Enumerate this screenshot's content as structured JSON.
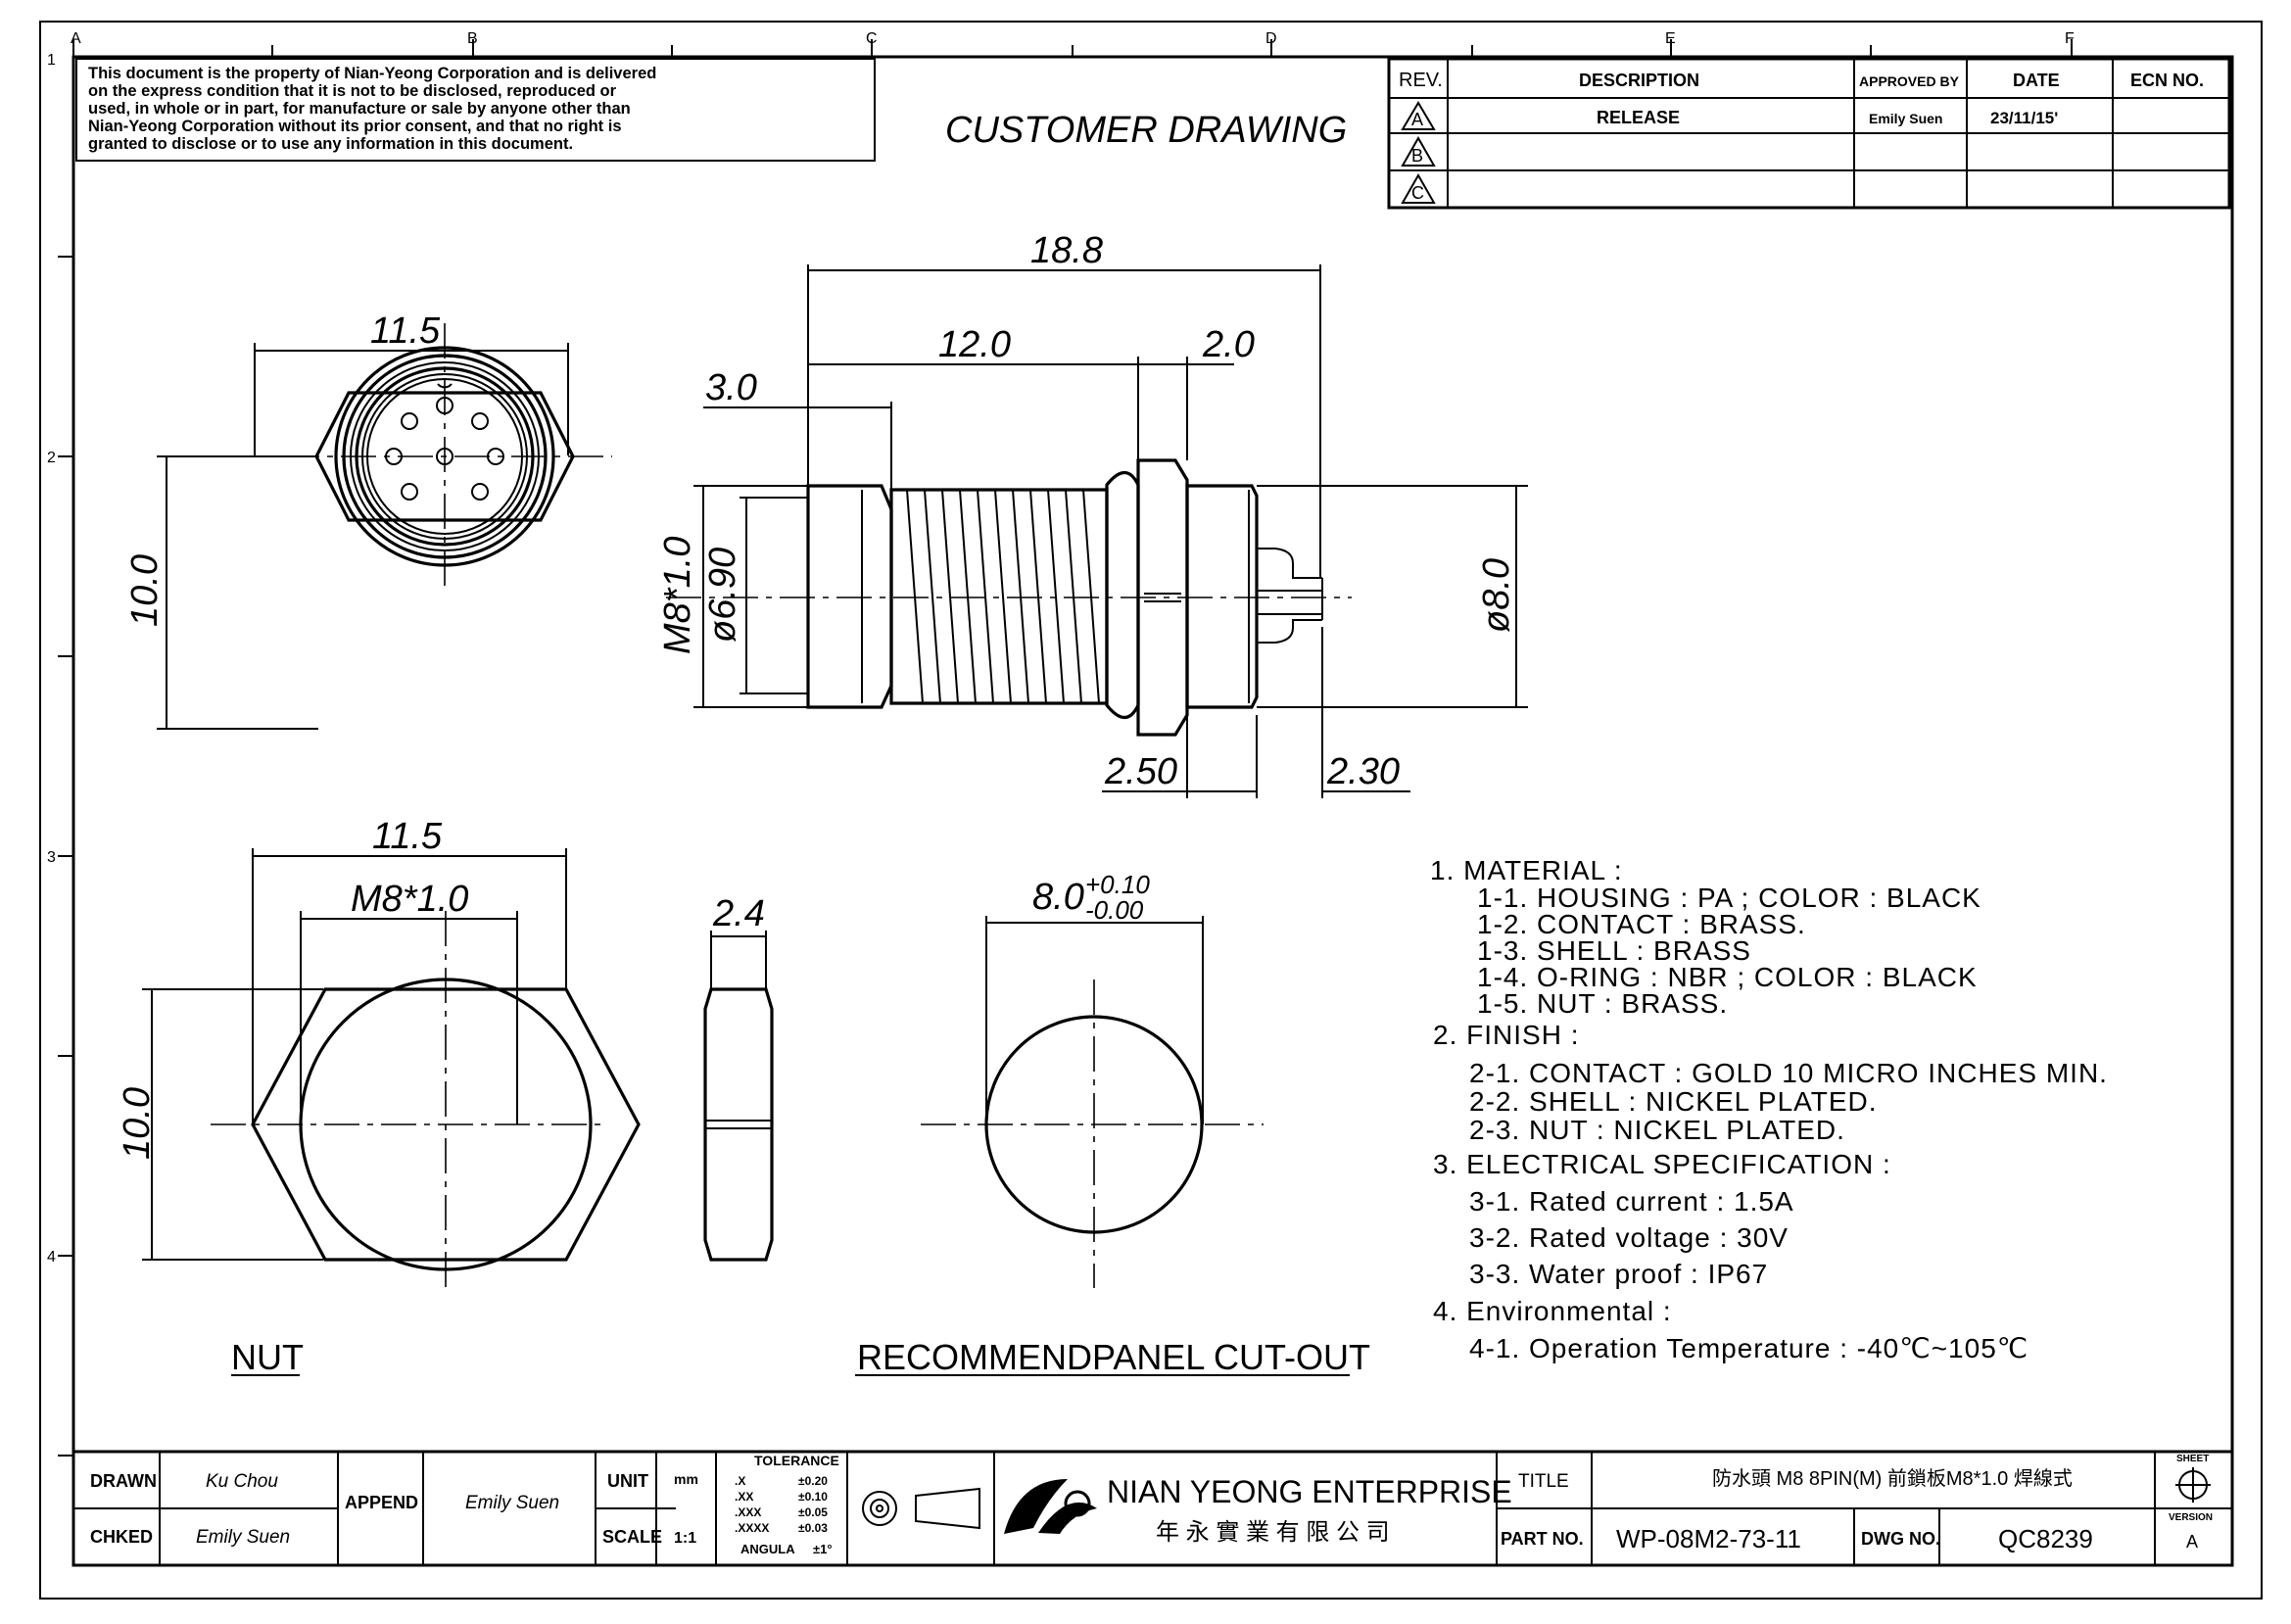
{
  "grid": {
    "columns": [
      "A",
      "B",
      "C",
      "D",
      "E",
      "F"
    ],
    "rows": [
      "1",
      "2",
      "3",
      "4"
    ]
  },
  "disclaimer": [
    "This document is the property of Nian-Yeong Corporation and is delivered",
    "on  the  express condition that it is not to be disclosed, reproduced or",
    "used, in whole or in part, for manufacture or sale by anyone other than",
    "Nian-Yeong Corporation without  its prior consent, and that  no right  is",
    "granted to disclose or to use any information in this  document."
  ],
  "drawing_title": "CUSTOMER  DRAWING",
  "revision_table": {
    "headers": [
      "REV.",
      "DESCRIPTION",
      "APPROVED BY",
      "DATE",
      "ECN NO."
    ],
    "rows": [
      {
        "rev": "A",
        "description": "RELEASE",
        "approved": "Emily Suen",
        "date": "23/11/15'",
        "ecn": ""
      },
      {
        "rev": "B",
        "description": "",
        "approved": "",
        "date": "",
        "ecn": ""
      },
      {
        "rev": "C",
        "description": "",
        "approved": "",
        "date": "",
        "ecn": ""
      }
    ]
  },
  "dimensions": {
    "front_width": "11.5",
    "front_height": "10.0",
    "overall_length": "18.8",
    "thread_length": "12.0",
    "flange": "2.0",
    "tip": "3.0",
    "thread_spec": "M8*1.0",
    "tip_dia": "ø6.90",
    "body_dia": "ø8.0",
    "o_ring_gap": "2.50",
    "tail": "2.30",
    "nut_width": "11.5",
    "nut_thread": "M8*1.0",
    "nut_height": "10.0",
    "nut_thickness": "2.4",
    "cutout_base": "8.0",
    "cutout_tol_plus": "+0.10",
    "cutout_tol_minus": "-0.00"
  },
  "view_labels": {
    "nut": "NUT",
    "cutout": "RECOMMENDPANEL  CUT-OUT"
  },
  "spec_notes": [
    "1.  MATERIAL  :",
    "1-1.  HOUSING  :  PA  ;  COLOR  :  BLACK",
    "1-2.  CONTACT  :  BRASS.",
    "1-3.  SHELL  :  BRASS",
    "1-4.  O-RING  :  NBR  ;  COLOR  :  BLACK",
    "1-5.  NUT  :  BRASS.",
    "2.  FINISH  :",
    "2-1.  CONTACT  :  GOLD  10  MICRO  INCHES  MIN.",
    "2-2.  SHELL  :  NICKEL  PLATED.",
    "2-3.  NUT  :  NICKEL  PLATED.",
    "3.  ELECTRICAL  SPECIFICATION  :",
    "3-1.  Rated  current  :  1.5A",
    "3-2.  Rated  voltage  :  30V",
    "3-3.  Water  proof  :  IP67",
    "4.  Environmental  :",
    "4-1.  Operation  Temperature  :  -40℃~105℃"
  ],
  "title_block": {
    "drawn_label": "DRAWN",
    "drawn_by": "Ku Chou",
    "checked_label": "CHKED",
    "checked_by": "Emily Suen",
    "append_label": "APPEND",
    "append_by": "Emily Suen",
    "unit_label": "UNIT",
    "unit_value": "mm",
    "scale_label": "SCALE",
    "scale_value": "1:1",
    "tolerance_title": "TOLERANCE",
    "tolerances": [
      {
        "k": ".X",
        "v": "±0.20"
      },
      {
        "k": ".XX",
        "v": "±0.10"
      },
      {
        "k": ".XXX",
        "v": "±0.05"
      },
      {
        "k": ".XXXX",
        "v": "±0.03"
      },
      {
        "k": "ANGULA",
        "v": "±1°"
      }
    ],
    "company_name": "NIAN YEONG ENTERPRISE",
    "company_chinese": "年 永 實 業 有 限 公 司",
    "title_label": "TITLE",
    "title_value": "防水頭 M8 8PIN(M) 前鎖板M8*1.0 焊線式",
    "part_label": "PART NO.",
    "part_value": "WP-08M2-73-11",
    "dwg_label": "DWG NO.",
    "dwg_value": "QC8239",
    "sheet_label": "SHEET",
    "version_label": "VERSION",
    "version_value": "A"
  }
}
